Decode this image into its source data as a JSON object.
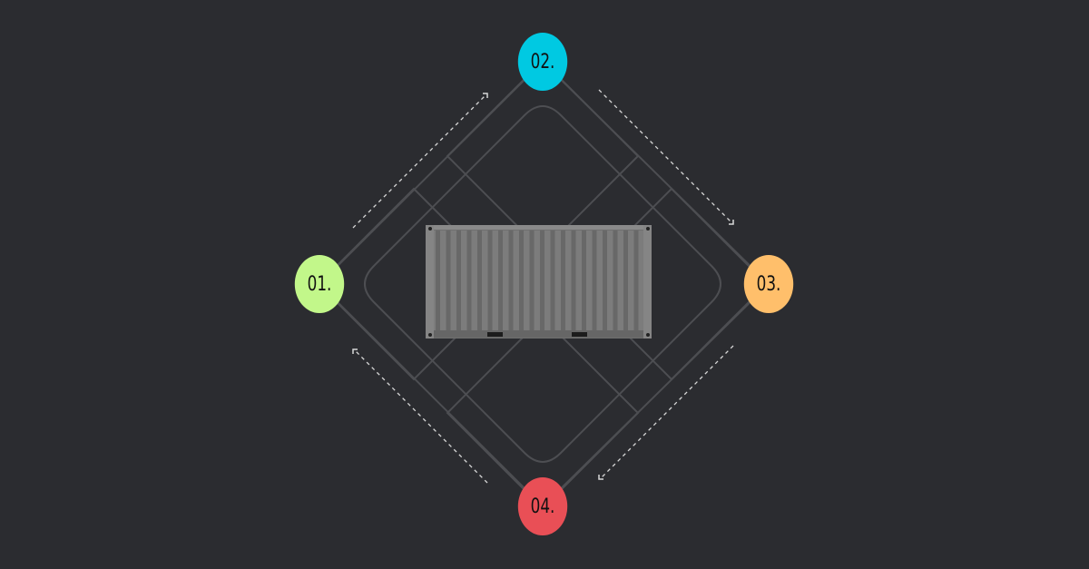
{
  "colors": {
    "background": "#2b2c30",
    "lines": "#4d4e52",
    "arrows": "#d8d8d8",
    "container": "#7a7a7a"
  },
  "steps": [
    {
      "label": "01.",
      "color": "#c2f78a"
    },
    {
      "label": "02.",
      "color": "#00c9e2"
    },
    {
      "label": "03.",
      "color": "#ffbf6b"
    },
    {
      "label": "04.",
      "color": "#e94f56"
    }
  ],
  "icons": {
    "center": "shipping-container-icon",
    "arrows": "dashed-arrow-icon"
  }
}
